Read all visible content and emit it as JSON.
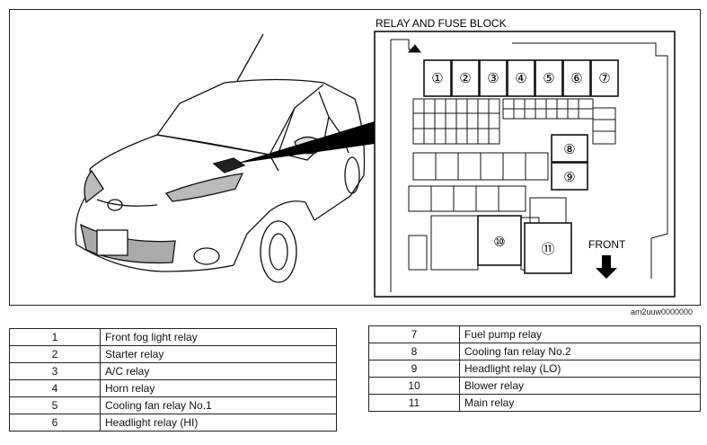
{
  "title": "RELAY AND FUSE BLOCK",
  "front_label": "FRONT",
  "image_ref": "am2uuw0000000",
  "relay_markers": [
    "①",
    "②",
    "③",
    "④",
    "⑤",
    "⑥",
    "⑦",
    "⑧",
    "⑨",
    "⑩",
    "⑪"
  ],
  "table_left": [
    {
      "num": "1",
      "name": "Front fog light relay"
    },
    {
      "num": "2",
      "name": "Starter relay"
    },
    {
      "num": "3",
      "name": "A/C relay"
    },
    {
      "num": "4",
      "name": "Horn relay"
    },
    {
      "num": "5",
      "name": "Cooling fan relay No.1"
    },
    {
      "num": "6",
      "name": "Headlight relay (HI)"
    }
  ],
  "table_right": [
    {
      "num": "7",
      "name": "Fuel pump relay"
    },
    {
      "num": "8",
      "name": "Cooling fan relay No.2"
    },
    {
      "num": "9",
      "name": "Headlight relay (LO)"
    },
    {
      "num": "10",
      "name": "Blower relay"
    },
    {
      "num": "11",
      "name": "Main relay"
    }
  ]
}
